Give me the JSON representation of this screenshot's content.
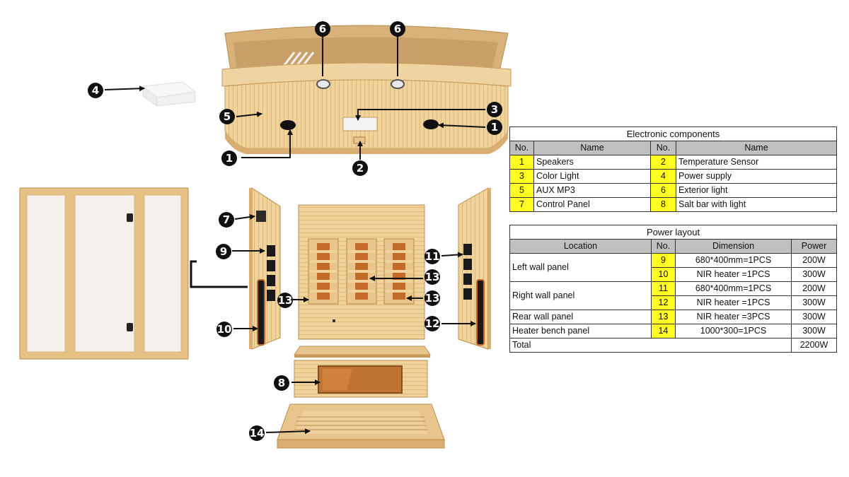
{
  "colors": {
    "wood_light": "#f2d9a8",
    "wood_mid": "#e2bd7e",
    "wood_dark": "#c9995a",
    "heater_orange": "#c3692a",
    "callout_black": "#111111",
    "number_cell_yellow": "#ffff22",
    "header_gray": "#c0c0c0"
  },
  "callouts": [
    {
      "id": "c1a",
      "label": "1"
    },
    {
      "id": "c1b",
      "label": "1"
    },
    {
      "id": "c2",
      "label": "2"
    },
    {
      "id": "c3",
      "label": "3"
    },
    {
      "id": "c4",
      "label": "4"
    },
    {
      "id": "c5",
      "label": "5"
    },
    {
      "id": "c6a",
      "label": "6"
    },
    {
      "id": "c6b",
      "label": "6"
    },
    {
      "id": "c7",
      "label": "7"
    },
    {
      "id": "c8",
      "label": "8"
    },
    {
      "id": "c9",
      "label": "9"
    },
    {
      "id": "c10",
      "label": "10"
    },
    {
      "id": "c11",
      "label": "11"
    },
    {
      "id": "c12",
      "label": "12"
    },
    {
      "id": "c13a",
      "label": "13"
    },
    {
      "id": "c13b",
      "label": "13"
    },
    {
      "id": "c13c",
      "label": "13"
    },
    {
      "id": "c14",
      "label": "14"
    }
  ],
  "electronic_components": {
    "title": "Electronic components",
    "headers": [
      "No.",
      "Name",
      "No.",
      "Name"
    ],
    "rows": [
      [
        "1",
        "Speakers",
        "2",
        "Temperature Sensor"
      ],
      [
        "3",
        "Color Light",
        "4",
        "Power supply"
      ],
      [
        "5",
        "AUX MP3",
        "6",
        "Exterior light"
      ],
      [
        "7",
        "Control Panel",
        "8",
        "Salt bar with light"
      ]
    ]
  },
  "power_layout": {
    "title": "Power layout",
    "headers": [
      "Location",
      "No.",
      "Dimension",
      "Power"
    ],
    "groups": [
      {
        "location": "Left wall panel",
        "items": [
          {
            "no": "9",
            "dimension": "680*400mm=1PCS",
            "power": "200W"
          },
          {
            "no": "10",
            "dimension": "NIR heater =1PCS",
            "power": "300W"
          }
        ]
      },
      {
        "location": "Right wall panel",
        "items": [
          {
            "no": "11",
            "dimension": "680*400mm=1PCS",
            "power": "200W"
          },
          {
            "no": "12",
            "dimension": "NIR heater =1PCS",
            "power": "300W"
          }
        ]
      },
      {
        "location": "Rear wall panel",
        "items": [
          {
            "no": "13",
            "dimension": "NIR heater =3PCS",
            "power": "300W"
          }
        ]
      },
      {
        "location": "Heater bench panel",
        "items": [
          {
            "no": "14",
            "dimension": "1000*300=1PCS",
            "power": "300W"
          }
        ]
      }
    ],
    "total_label": "Total",
    "total_value": "2200W"
  }
}
